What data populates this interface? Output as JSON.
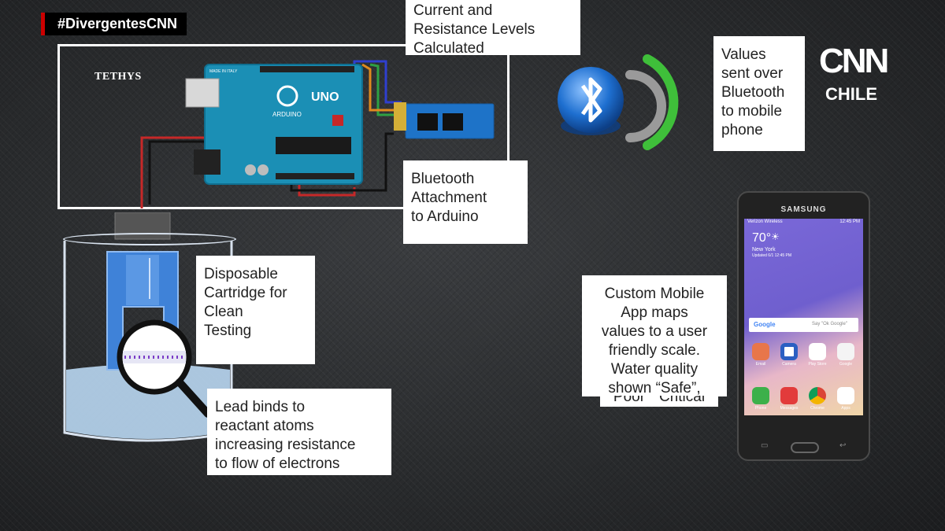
{
  "overlay": {
    "hashtag": "#DivergentesCNN",
    "network_logo": "CNN",
    "network_region": "CHILE"
  },
  "diagram": {
    "circuit_label": "TETHYS",
    "board_brand": "UNO",
    "board_maker": "ARDUINO",
    "board_origin": "MADE IN ITALY",
    "callouts": {
      "current_resistance": "Current and\nResistance Levels\nCalculated",
      "bluetooth_attachment": "Bluetooth\nAttachment\nto Arduino",
      "values_sent": "Values\nsent over\nBluetooth\nto mobile\nphone",
      "cartridge": "Disposable\nCartridge for\nClean\nTesting",
      "lead_binds": "Lead binds to\nreactant atoms\nincreasing resistance\nto flow of electrons",
      "custom_app": "Custom Mobile\nApp maps\nvalues to a user\nfriendly scale.\nWater quality\nshown “Safe”,",
      "custom_app_overflow": "“Poor” “Critical”"
    },
    "colors": {
      "bluetooth_blue": "#1e6fd0",
      "signal_green": "#3fbf3a",
      "signal_gray": "#9a9a9a",
      "arduino_teal": "#1b8fb5",
      "beaker_water": "#b9d7f2",
      "cartridge_blue": "#3f82d8",
      "hashtag_accent": "#cc0000"
    }
  },
  "phone": {
    "brand": "SAMSUNG",
    "status_carrier": "Verizon Wireless",
    "status_time": "12:45 PM",
    "weather_temp": "70°",
    "weather_city": "New York",
    "weather_updated": "Updated 6/1 12:45 PM",
    "search_logo": "Google",
    "search_hint": "Say \"Ok Google\"",
    "apps_row1": [
      "Email",
      "Camera",
      "Play Store",
      "Google"
    ],
    "apps_row2": [
      "Phone",
      "Messages",
      "Chrome",
      "Apps"
    ]
  }
}
